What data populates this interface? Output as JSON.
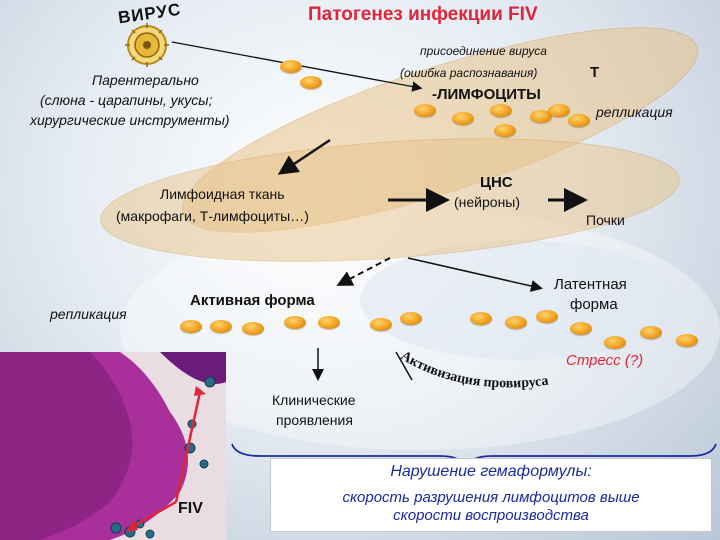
{
  "title": "Патогенез инфекции FIV",
  "virus_label": "ВИРУС",
  "parenteral": {
    "line1": "Парентерально",
    "line2": "(слюна - царапины, укусы;",
    "line3": "хирургические инструменты)"
  },
  "attach": {
    "line1": "присоединение вируса",
    "line2": "(ошибка распознавания)"
  },
  "t_letter": "Т",
  "lymphocytes": "-ЛИМФОЦИТЫ",
  "replication_top": "репликация",
  "lymphoid": {
    "line1": "Лимфоидная ткань",
    "line2": "(макрофаги, Т-лимфоциты…)"
  },
  "cns": {
    "line1": "ЦНС",
    "line2": "(нейроны)"
  },
  "kidneys": "Почки",
  "replication_left": "репликация",
  "active_form": "Активная форма",
  "latent": {
    "line1": "Латентная",
    "line2": "форма"
  },
  "stress": "Стресс (?)",
  "activation": "Активизация провируса",
  "clinical": {
    "line1": "Клинические",
    "line2": "проявления"
  },
  "fiv_label": "FIV",
  "summary": {
    "line1": "Нарушение гемаформулы:",
    "line2": "скорость разрушения лимфоцитов выше",
    "line3": "скорости воспроизводства"
  },
  "colors": {
    "title": "#e0243a",
    "stress": "#e0243a",
    "summary_text": "#1b2aa0",
    "cell": "#f0a020",
    "ellipse": "#e8c48a"
  }
}
